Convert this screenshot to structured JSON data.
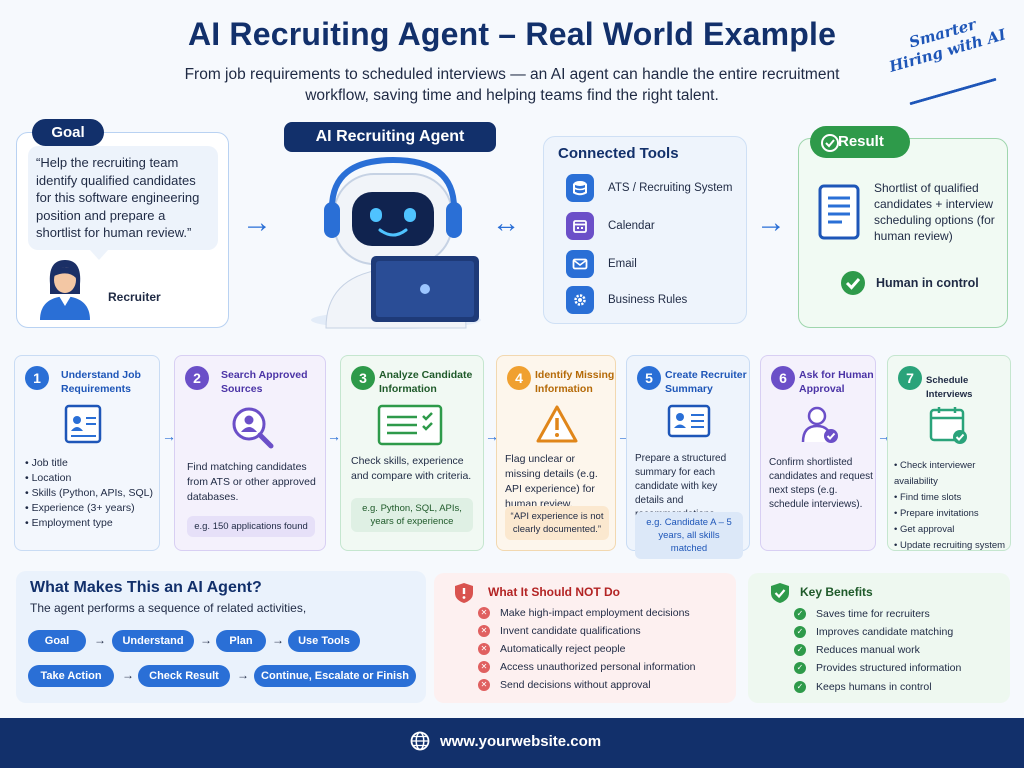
{
  "header": {
    "title": "AI Recruiting Agent – Real World Example",
    "subtitle": "From job requirements to scheduled interviews — an AI agent can handle the entire recruitment workflow, saving time and helping teams find the right talent.",
    "stamp": "Smarter Hiring with AI"
  },
  "goal": {
    "label": "Goal",
    "quote": "“Help the recruiting team identify qualified candidates for this software engineering position and prepare a shortlist for human review.”",
    "persona": "Recruiter"
  },
  "agent": {
    "label": "AI Recruiting Agent"
  },
  "tools": {
    "title": "Connected Tools",
    "items": [
      {
        "label": "ATS / Recruiting System",
        "icon": "database-icon"
      },
      {
        "label": "Calendar",
        "icon": "calendar-icon"
      },
      {
        "label": "Email",
        "icon": "email-icon"
      },
      {
        "label": "Business Rules",
        "icon": "gear-icon"
      }
    ]
  },
  "result": {
    "label": "Result",
    "text": "Shortlist of qualified candidates + interview scheduling options (for human review)",
    "human": "Human in control"
  },
  "steps": [
    {
      "num": "1",
      "title": "Understand Job Requirements",
      "bullets": [
        "Job title",
        "Location",
        "Skills (Python, APIs, SQL)",
        "Experience (3+ years)",
        "Employment type"
      ]
    },
    {
      "num": "2",
      "title": "Search Approved Sources",
      "desc": "Find matching candidates from ATS or other approved databases.",
      "example": "e.g. 150 applications found"
    },
    {
      "num": "3",
      "title": "Analyze Candidate Information",
      "desc": "Check skills, experience and compare with criteria.",
      "example": "e.g. Python, SQL, APIs, years of experience"
    },
    {
      "num": "4",
      "title": "Identify Missing Information",
      "desc": "Flag unclear or missing details (e.g. API experience) for human review.",
      "example": "“API experience is not clearly documented.”"
    },
    {
      "num": "5",
      "title": "Create Recruiter Summary",
      "desc": "Prepare a structured summary for each candidate with key details and recommendations.",
      "example": "e.g. Candidate A – 5 years, all skills matched"
    },
    {
      "num": "6",
      "title": "Ask for Human Approval",
      "desc": "Confirm shortlisted candidates and request next steps (e.g. schedule interviews)."
    },
    {
      "num": "7",
      "title": "Schedule Interviews",
      "bullets": [
        "Check interviewer availability",
        "Find time slots",
        "Prepare invitations",
        "Get approval",
        "Update recruiting system"
      ]
    }
  ],
  "agent_box": {
    "title": "What Makes This an AI Agent?",
    "desc": "The agent performs a sequence of related activities,",
    "flow": [
      "Goal",
      "Understand",
      "Plan",
      "Use Tools",
      "Take Action",
      "Check Result",
      "Continue, Escalate or Finish"
    ]
  },
  "not_do": {
    "title": "What It Should NOT Do",
    "items": [
      "Make high-impact employment decisions",
      "Invent candidate qualifications",
      "Automatically reject people",
      "Access unauthorized personal information",
      "Send decisions without approval"
    ]
  },
  "benefits": {
    "title": "Key Benefits",
    "items": [
      "Saves time for recruiters",
      "Improves candidate matching",
      "Reduces manual work",
      "Provides structured information",
      "Keeps humans in control"
    ]
  },
  "footer": {
    "url": "www.yourwebsite.com"
  },
  "colors": {
    "navy": "#12306b",
    "blue": "#2a6fd6",
    "green": "#2e9a4a",
    "red": "#d9534f",
    "orange": "#f0a030",
    "purple": "#6b4fc8",
    "teal": "#2aa37a"
  }
}
